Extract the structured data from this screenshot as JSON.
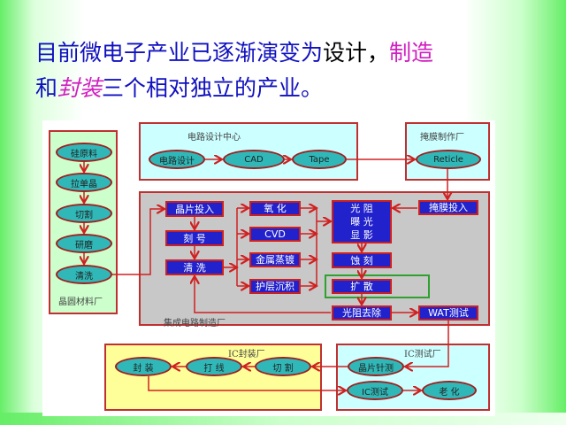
{
  "title": {
    "line1_a": "目前微电子产业已逐渐演变为",
    "line1_b": "设计，",
    "line1_c": "制造",
    "line2_a": "和",
    "line2_b": "封装",
    "line2_c": "三个相对独立的产业。"
  },
  "wafer": {
    "label": "晶圆材料厂",
    "steps": [
      "硅原料",
      "拉单晶",
      "切割",
      "研磨",
      "清洗"
    ]
  },
  "design": {
    "label": "电路设计中心",
    "steps": [
      "电路设计",
      "CAD",
      "Tape"
    ]
  },
  "mask": {
    "label": "掩膜制作厂",
    "step": "Reticle"
  },
  "fab": {
    "label": "集成电路制造厂",
    "wafer_in": "晶片投入",
    "marking": "刻 号",
    "clean": "清 洗",
    "oxidation": "氧 化",
    "cvd": "CVD",
    "metal": "金属蒸镀",
    "passivation": "护层沉积",
    "photo": "光 阻\n曝 光\n显 影",
    "etch": "蚀 刻",
    "diffusion": "扩 散",
    "strip": "光阻去除",
    "mask_in": "掩膜投入",
    "wat": "WAT测试"
  },
  "package": {
    "label": "IC封装厂",
    "steps": [
      "封 装",
      "打 线",
      "切 割"
    ]
  },
  "test": {
    "label": "IC测试厂",
    "probe": "晶片针测",
    "ictest": "IC测试",
    "burnin": "老 化"
  }
}
